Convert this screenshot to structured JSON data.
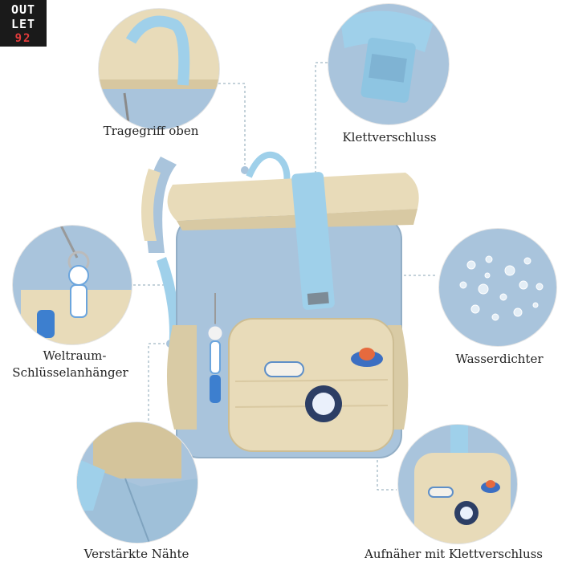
{
  "logo": {
    "line1": "OUT",
    "line2": "LET",
    "line3": "92"
  },
  "features": {
    "tragegriff": "Tragegriff oben",
    "klett": "Klettverschluss",
    "weltraum_1": "Weltraum-",
    "weltraum_2": "Schlüsselanhänger",
    "wasser": "Wasserdichter",
    "naehte": "Verstärkte Nähte",
    "aufnaeher": "Aufnäher mit Klettverschluss"
  },
  "colors": {
    "bag_blue": "#a9c4dc",
    "bag_beige": "#e8dbb9",
    "strap_blue": "#9fd0ea",
    "leader_line": "#8aa6b6"
  }
}
